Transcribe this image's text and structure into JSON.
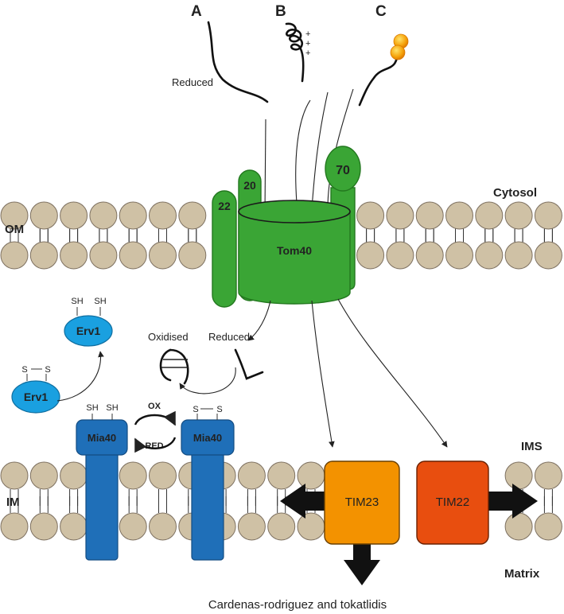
{
  "labels": {
    "path_a": "A",
    "path_b": "B",
    "path_c": "C",
    "reduced_top": "Reduced",
    "plus": "+",
    "cytosol": "Cytosol",
    "om": "OM",
    "ims": "IMS",
    "im": "IM",
    "matrix": "Matrix",
    "tom22": "22",
    "tom20": "20",
    "tom70": "70",
    "tom40": "Tom40",
    "erv1_top": "Erv1",
    "erv1_bottom": "Erv1",
    "sh": "SH",
    "s": "S",
    "oxidised": "Oxidised",
    "reduced_ims": "Reduced",
    "ox": "OX",
    "red": "RED",
    "mia40_left": "Mia40",
    "mia40_right": "Mia40",
    "tim23": "TIM23",
    "tim22": "TIM22",
    "credit": "Cardenas-rodriguez and tokatlidis"
  },
  "colors": {
    "tom": "#3aa535",
    "tom_dark": "#23781f",
    "erv1": "#1aa0e0",
    "mia40": "#1f6fb8",
    "tim23": "#f39200",
    "tim22": "#e84e0f",
    "lipid_head": "#cfc1a5",
    "arrow": "#111111"
  }
}
